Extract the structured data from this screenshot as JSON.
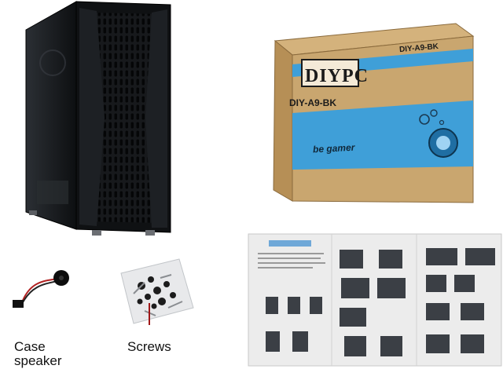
{
  "box": {
    "brand_mark": "DIYPC",
    "model_top": "DIY-A9-BK",
    "model_side": "DIY-A9-BK",
    "slogan": "be gamer"
  },
  "captions": {
    "speaker": [
      "Case",
      "speaker"
    ],
    "screws": "Screws"
  },
  "colors": {
    "cardboard": "#c9a66f",
    "box_blue": "#3f9fd8",
    "case_black": "#1a1c1f",
    "manual_bg": "#ececec"
  }
}
